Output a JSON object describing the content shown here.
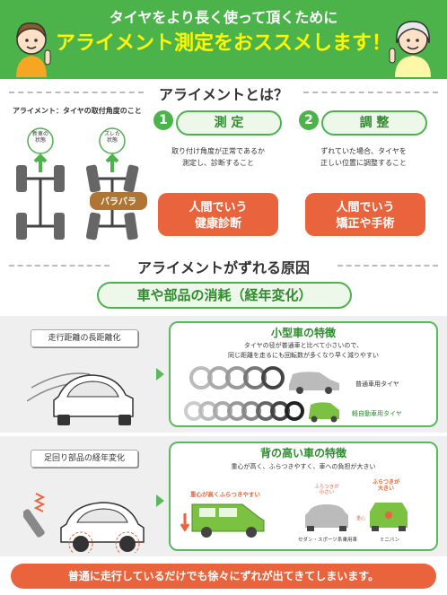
{
  "header": {
    "line1": "タイヤをより長く使って頂くために",
    "line2": "アライメント測定をおススメします！"
  },
  "intro": {
    "title": "アライメントとは？",
    "definition": "アライメント：タイヤの取付角度のこと",
    "new_car_label": "新車の\n状態",
    "shifted_label": "ズレた\n状態",
    "bara_text": "バラバラ"
  },
  "steps": [
    {
      "num": "1",
      "title": "測 定",
      "desc": "取り付け角度が正常であるか\n測定し、診断すること",
      "button": "人間でいう\n健康診断"
    },
    {
      "num": "2",
      "title": "調 整",
      "desc": "ずれていた場合、タイヤを\n正しい位置に調整すること",
      "button": "人間でいう\n矯正や手術"
    }
  ],
  "causes": {
    "title": "アライメントがずれる原因",
    "subtitle": "車や部品の消耗（経年変化）"
  },
  "cause1": {
    "label": "走行距離の長距離化",
    "panel_title": "小型車の特徴",
    "panel_desc": "タイヤの径が普通車と比べて小さいので、\n同じ距離を走るにも回転数が多くなり早く減りやすい",
    "normal_tire": "普通車用タイヤ",
    "kei_tire": "軽自動車用タイヤ"
  },
  "cause2": {
    "label": "足回り部品の経年変化",
    "panel_title": "背の高い車の特徴",
    "panel_desc": "重心が高く、ふらつきやすく、車への負担が大きい",
    "high_center": "重心が高くふらつきやすい",
    "sway_small": "ふらつきが\n小さい",
    "sway_large": "ふらつきが\n大きい",
    "center_mark": "重心",
    "sedan_label": "セダン・スポーツ系乗用車",
    "minivan_label": "ミニバン"
  },
  "footer": "普通に走行しているだけでも徐々にずれが出てきてしまいます。",
  "colors": {
    "green": "#4bb34a",
    "orange": "#e9643c",
    "yellow": "#fff700"
  }
}
